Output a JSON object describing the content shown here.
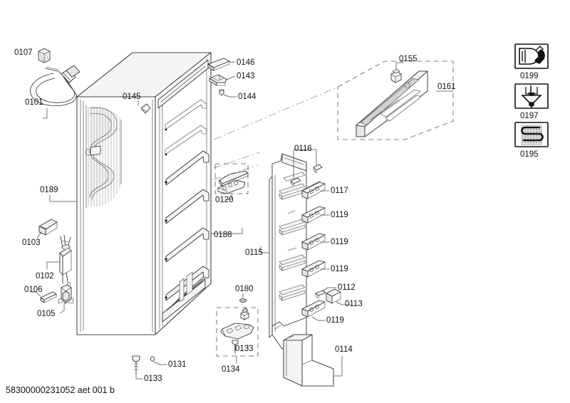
{
  "document": {
    "type": "exploded-parts-diagram",
    "appliance": "upright refrigerator / freezer",
    "footer_code": "58300000231052 aet 001 b"
  },
  "callouts": {
    "c0107": "0107",
    "c0101": "0101",
    "c0145": "0145",
    "c0146": "0146",
    "c0143": "0143",
    "c0144": "0144",
    "c0155": "0155",
    "c0161": "0161",
    "c0189": "0189",
    "c0103": "0103",
    "c0102": "0102",
    "c0106": "0106",
    "c0105": "0105",
    "c0120": "0120",
    "c0188": "0188",
    "c0116": "0116",
    "c0117": "0117",
    "c0119a": "0119",
    "c0119b": "0119",
    "c0119c": "0119",
    "c0119d": "0119",
    "c0115": "0115",
    "c0112": "0112",
    "c0113": "0113",
    "c0114": "0114",
    "c0180": "0180",
    "c0133a": "0133",
    "c0134": "0134",
    "c0131": "0131",
    "c0133b": "0133"
  },
  "legend": {
    "items": [
      {
        "number": "0199",
        "icon": "door-wrench-icon"
      },
      {
        "number": "0197",
        "icon": "funnel-defrost-icon"
      },
      {
        "number": "0195",
        "icon": "evaporator-coil-icon"
      }
    ]
  },
  "parts": [
    {
      "number": "0107",
      "name": "connector-block"
    },
    {
      "number": "0101",
      "name": "power-cord"
    },
    {
      "number": "0145",
      "name": "cabinet-top-clip"
    },
    {
      "number": "0146",
      "name": "hinge-cover-strip"
    },
    {
      "number": "0143",
      "name": "door-hinge"
    },
    {
      "number": "0144",
      "name": "hinge-pin"
    },
    {
      "number": "0155",
      "name": "control-panel-switch"
    },
    {
      "number": "0161",
      "name": "control-panel-assembly"
    },
    {
      "number": "0189",
      "name": "cabinet-side-panel-condenser"
    },
    {
      "number": "0103",
      "name": "capacitor"
    },
    {
      "number": "0102",
      "name": "temperature-sensor"
    },
    {
      "number": "0106",
      "name": "flat-clip"
    },
    {
      "number": "0105",
      "name": "relay-bracket"
    },
    {
      "number": "0120",
      "name": "interior-light-assembly"
    },
    {
      "number": "0188",
      "name": "cabinet-interior-liner"
    },
    {
      "number": "0116",
      "name": "door-liner-clip"
    },
    {
      "number": "0117",
      "name": "door-shelf-rail-upper"
    },
    {
      "number": "0119",
      "name": "door-shelf-rail"
    },
    {
      "number": "0115",
      "name": "door-inner-liner"
    },
    {
      "number": "0112",
      "name": "small-retainer-clip"
    },
    {
      "number": "0113",
      "name": "end-cap-block"
    },
    {
      "number": "0114",
      "name": "bottom-door-bin"
    },
    {
      "number": "0180",
      "name": "cap-plug"
    },
    {
      "number": "0133",
      "name": "leveling-foot-screw"
    },
    {
      "number": "0134",
      "name": "foot-roller-assembly-group"
    },
    {
      "number": "0131",
      "name": "base-hole-plug"
    }
  ]
}
